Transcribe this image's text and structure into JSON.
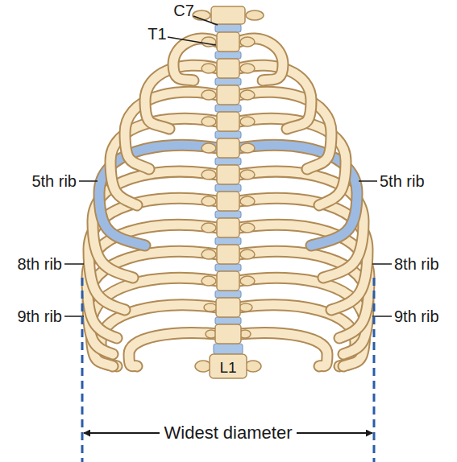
{
  "diagram": {
    "labels": [
      "C7",
      "T1",
      "5th rib",
      "5th rib",
      "8th rib",
      "8th rib",
      "9th rib",
      "9th rib",
      "L1",
      "Widest diameter"
    ]
  }
}
